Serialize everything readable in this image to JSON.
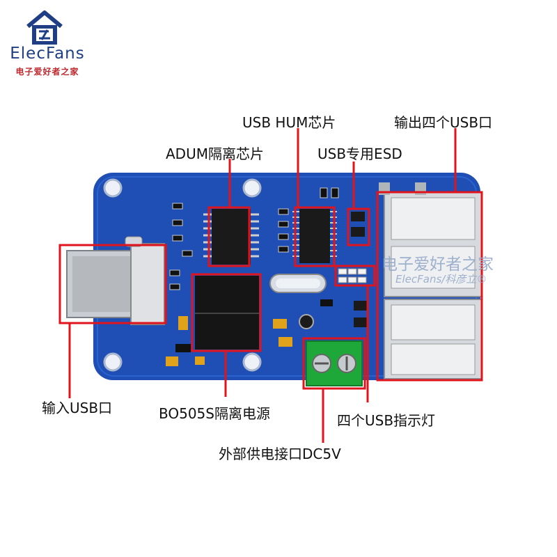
{
  "brand": {
    "name": "ElecFans",
    "subtitle": "电子爱好者之家"
  },
  "labels": {
    "usb_hub_chip": "USB HUM芯片",
    "output_usb": "输出四个USB口",
    "adum_chip": "ADUM隔离芯片",
    "usb_esd": "USB专用ESD",
    "input_usb": "输入USB口",
    "bo505s": "BO505S隔离电源",
    "usb_led": "四个USB指示灯",
    "ext_power": "外部供电接口DC5V"
  },
  "watermark": {
    "line1": "电子爱好者之家",
    "line2": "ElecFans/科彦立®"
  },
  "colors": {
    "pcb": "#1f4fb4",
    "callout": "#e0141c",
    "terminal": "#1fa83a",
    "brand": "#1f3e84"
  }
}
